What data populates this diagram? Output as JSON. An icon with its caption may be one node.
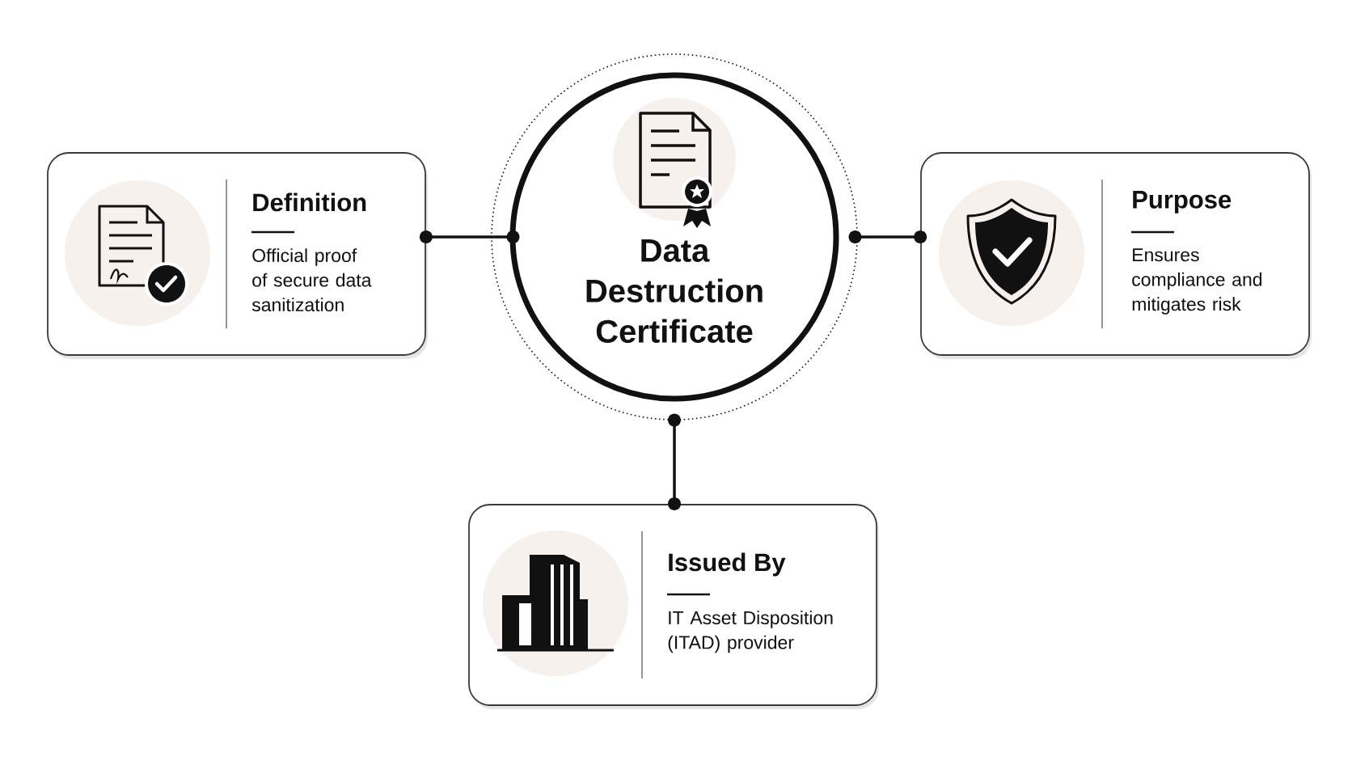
{
  "diagram": {
    "nodes": [
      {
        "text": [
          "Data Destruction Certificate"
        ]
      },
      {
        "text": [
          "Definition",
          "Official proof of secure data sanitization"
        ]
      },
      {
        "text": [
          "Purpose",
          "Ensures compliance and mitigates risk"
        ]
      },
      {
        "text": [
          "Issued By",
          "IT Asset Disposition (ITAD) provider"
        ]
      }
    ],
    "edges": [
      {
        "from": 0,
        "to": 1,
        "arrow": "other"
      },
      {
        "from": 0,
        "to": 2,
        "arrow": "other"
      },
      {
        "from": 0,
        "to": 3,
        "arrow": "other"
      }
    ]
  }
}
